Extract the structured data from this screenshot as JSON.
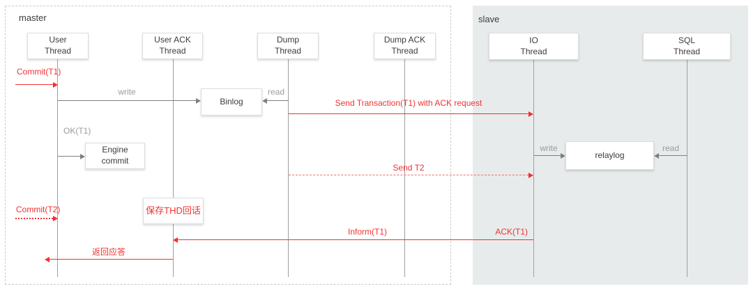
{
  "groups": {
    "master": {
      "label": "master"
    },
    "slave": {
      "label": "slave"
    }
  },
  "lifelines": {
    "user": {
      "lines": [
        "User",
        "Thread"
      ]
    },
    "user_ack": {
      "lines": [
        "User ACK",
        "Thread"
      ]
    },
    "dump": {
      "lines": [
        "Dump",
        "Thread"
      ]
    },
    "dump_ack": {
      "lines": [
        "Dump ACK",
        "Thread"
      ]
    },
    "io": {
      "lines": [
        "IO",
        "Thread"
      ]
    },
    "sql": {
      "lines": [
        "SQL",
        "Thread"
      ]
    }
  },
  "nodes": {
    "binlog": {
      "label": "Binlog"
    },
    "engine_commit": {
      "lines": [
        "Engine",
        "commit"
      ]
    },
    "relaylog": {
      "label": "relaylog"
    },
    "save_thd": {
      "label": "保存THD回话"
    }
  },
  "messages": {
    "commit_t1": {
      "label": "Commit(T1)",
      "style": "solid-red"
    },
    "write_binlog": {
      "label": "write",
      "style": "solid-gray"
    },
    "read_binlog": {
      "label": "read",
      "style": "solid-gray"
    },
    "send_tx_t1": {
      "label": "Send Transaction(T1) with ACK request",
      "style": "solid-red"
    },
    "ok_t1": {
      "label": "OK(T1)",
      "style": "solid-gray"
    },
    "write_relaylog": {
      "label": "write",
      "style": "solid-gray"
    },
    "read_relaylog": {
      "label": "read",
      "style": "solid-gray"
    },
    "send_t2": {
      "label": "Send T2",
      "style": "dashed-red"
    },
    "commit_t2": {
      "label": "Commit(T2)",
      "style": "dotted-red"
    },
    "inform_t1": {
      "label": "Inform(T1)",
      "style": "solid-red"
    },
    "ack_t1": {
      "label": "ACK(T1)"
    },
    "reply": {
      "label": "返回应答",
      "style": "solid-red"
    }
  },
  "colors": {
    "accent_red": "#f23030",
    "gray_label": "#9b9b9b",
    "slave_background": "#e8ebeb",
    "lifeline_gray": "#9e9e9e"
  }
}
